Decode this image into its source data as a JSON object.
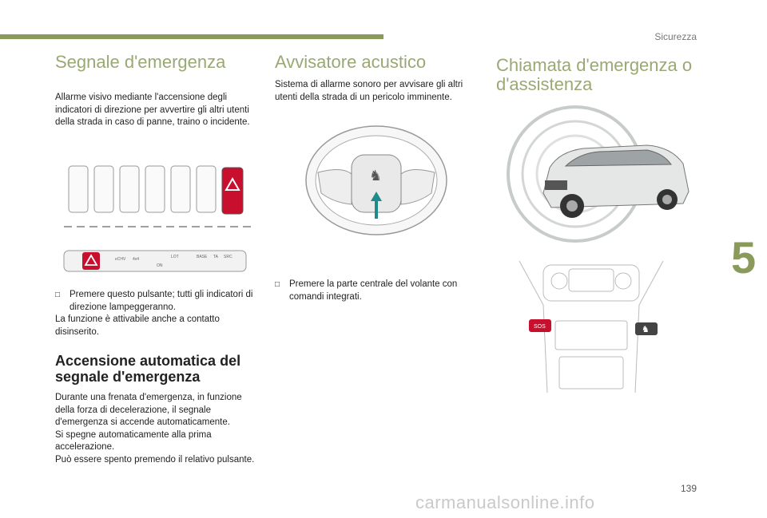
{
  "header": {
    "section_label": "Sicurezza"
  },
  "col1": {
    "title": "Segnale d'emergenza",
    "intro": "Allarme visivo mediante l'accensione degli indicatori di direzione per avvertire gli altri utenti della strada in caso di panne, traino o incidente.",
    "bullet": "Premere questo pulsante; tutti gli indicatori di direzione lampeggeranno.",
    "note": "La funzione è attivabile anche a contatto disinserito.",
    "subtitle": "Accensione automatica del segnale d'emergenza",
    "auto_text": [
      "Durante una frenata d'emergenza, in funzione della forza di decelerazione, il segnale d'emergenza si accende automaticamente.",
      "Si spegne automaticamente alla prima accelerazione.",
      "Può essere spento premendo il relativo pulsante."
    ],
    "switch_labels": [
      "eCHV",
      "4x4",
      "ON",
      "LOT",
      "BASE",
      "TA",
      "SRC"
    ]
  },
  "col2": {
    "title": "Avvisatore acustico",
    "intro": "Sistema di allarme sonoro per avvisare gli altri utenti della strada di un pericolo imminente.",
    "bullet": "Premere la parte centrale del volante con comandi integrati."
  },
  "col3": {
    "title": "Chiamata d'emergenza o d'assistenza",
    "sos_label": "SOS"
  },
  "chapter_number": "5",
  "page_number": "139",
  "watermark": "carmanualsonline.info",
  "colors": {
    "accent": "#8a9a5b",
    "title": "#9aa874",
    "hazard": "#c8102e",
    "arrow": "#1f8a8a"
  },
  "icons": {
    "bullet": "check-box-icon"
  }
}
